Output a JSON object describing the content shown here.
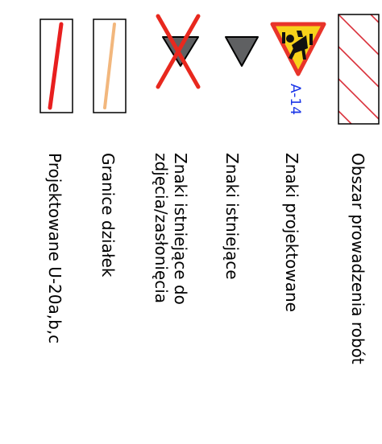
{
  "legend": {
    "items": [
      {
        "label": "Obszar prowadzenia robót",
        "symbol": "hatched-area-icon"
      },
      {
        "label": "Znaki projektowane",
        "symbol": "road-works-sign-icon",
        "code": "A-14"
      },
      {
        "label": "Znaki istniejące",
        "symbol": "existing-sign-triangle-icon"
      },
      {
        "label_line1": "Znaki istniejące do",
        "label_line2": "zdjęcia/zasłonięcia",
        "symbol": "crossed-sign-triangle-icon"
      },
      {
        "label": "Granice działek",
        "symbol": "parcel-boundary-icon"
      },
      {
        "label": "Projektowane U-20a,b,c",
        "symbol": "planned-u20-icon"
      }
    ]
  },
  "colors": {
    "hatch": "#d9303a",
    "sign_fill": "#f7d21a",
    "sign_border": "#e8342a",
    "existing_sign": "#5f6062",
    "cross": "#e8281e",
    "parcel_line": "#f2b77d",
    "planned_line": "#e81f1f",
    "code_text": "#1a35e8"
  }
}
